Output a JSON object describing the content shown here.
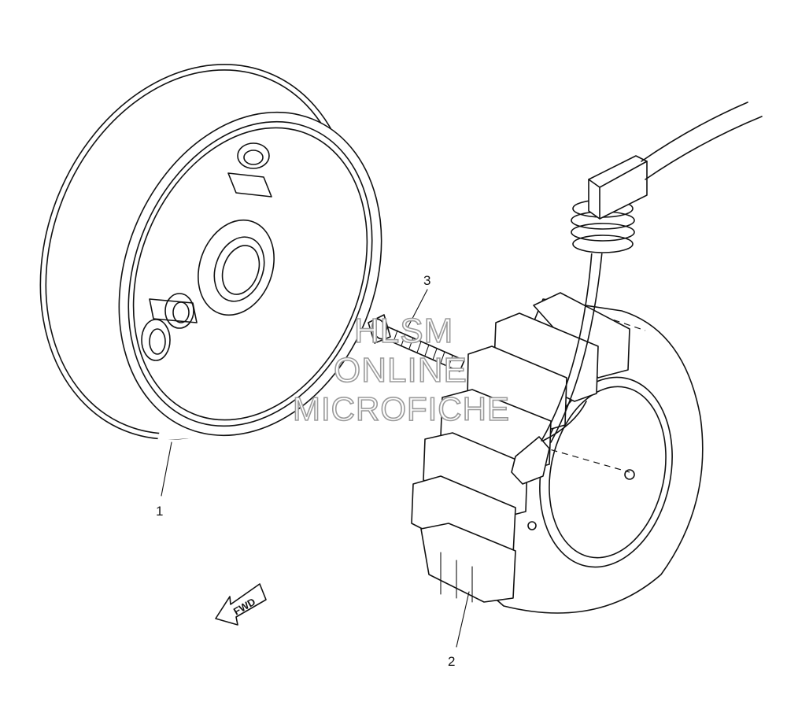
{
  "callouts": {
    "part1": "1",
    "part2": "2",
    "part3": "3"
  },
  "fwd_label": "FWD",
  "watermark": {
    "line1": "HLSM",
    "line2": "ONLINE",
    "line3": "MICROFICHE"
  }
}
